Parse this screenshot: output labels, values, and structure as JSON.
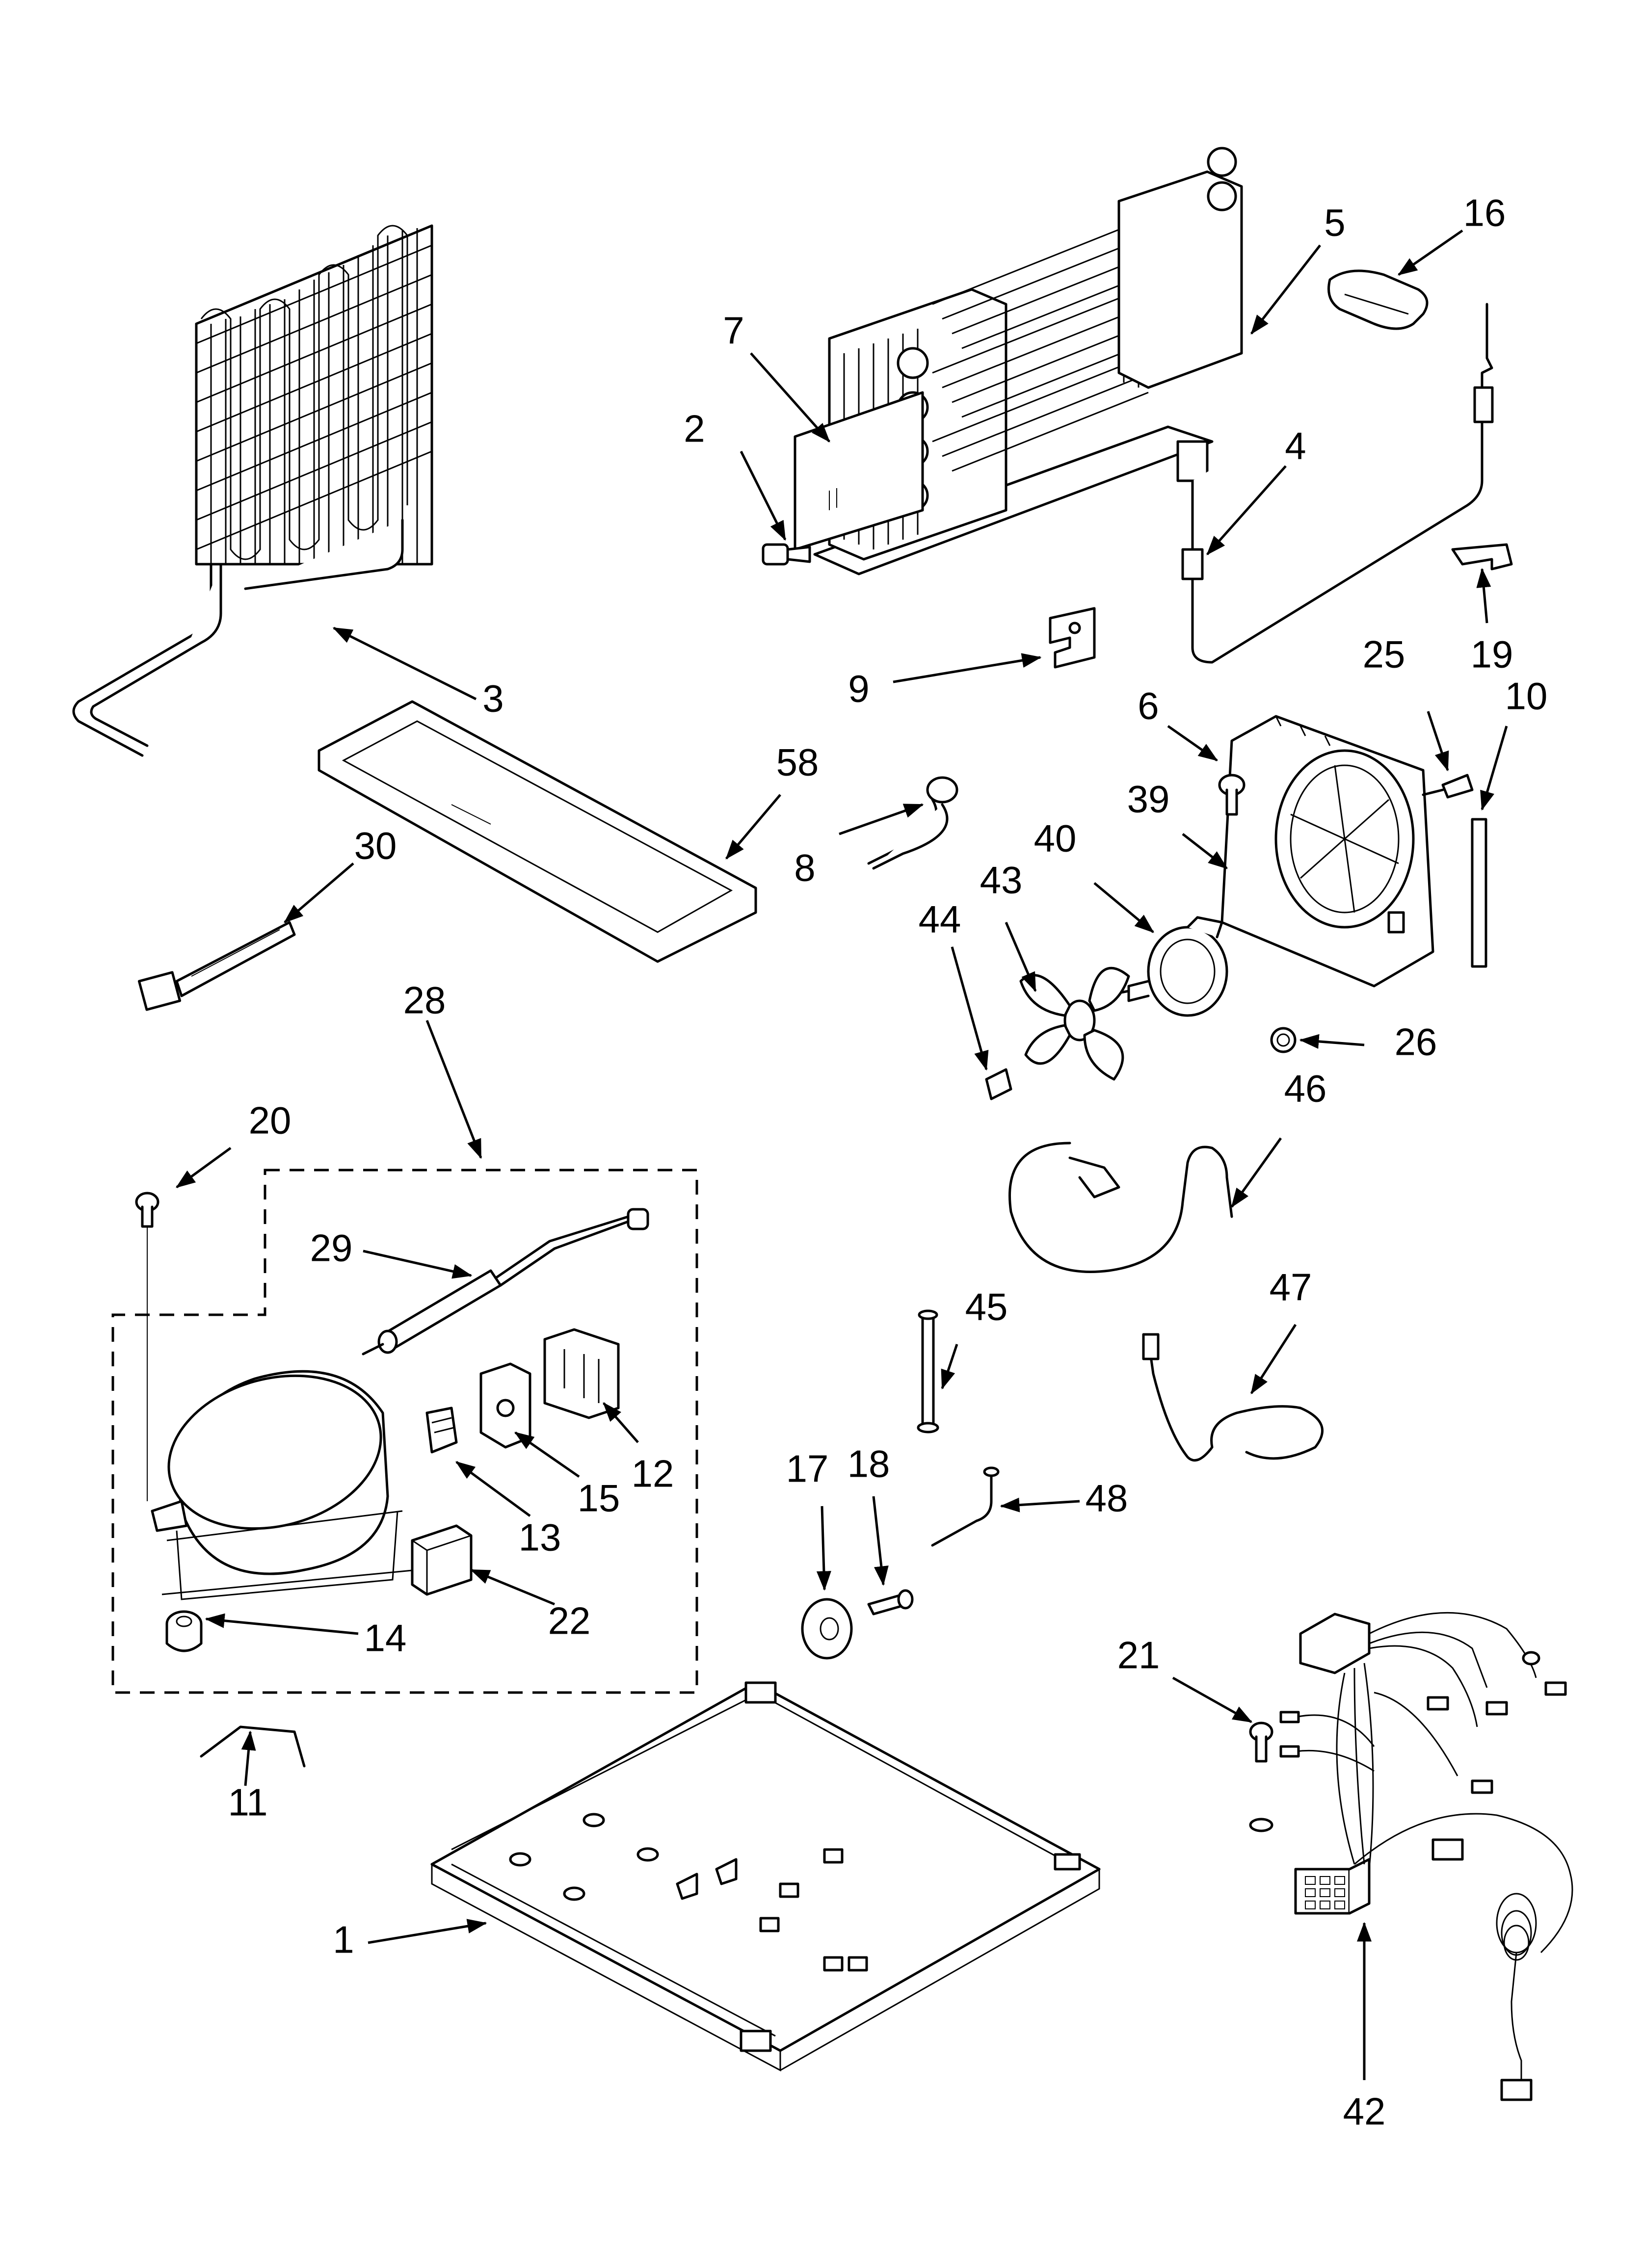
{
  "diagram": {
    "callouts": {
      "c1": "1",
      "c2": "2",
      "c3": "3",
      "c4": "4",
      "c5": "5",
      "c6": "6",
      "c7": "7",
      "c8": "8",
      "c9": "9",
      "c10": "10",
      "c11": "11",
      "c12": "12",
      "c13": "13",
      "c14": "14",
      "c15": "15",
      "c16": "16",
      "c17": "17",
      "c18": "18",
      "c19": "19",
      "c20": "20",
      "c21": "21",
      "c22": "22",
      "c25": "25",
      "c26": "26",
      "c28": "28",
      "c29": "29",
      "c30": "30",
      "c39": "39",
      "c40": "40",
      "c42": "42",
      "c43": "43",
      "c44": "44",
      "c45": "45",
      "c46": "46",
      "c47": "47",
      "c48": "48",
      "c58": "58"
    }
  }
}
